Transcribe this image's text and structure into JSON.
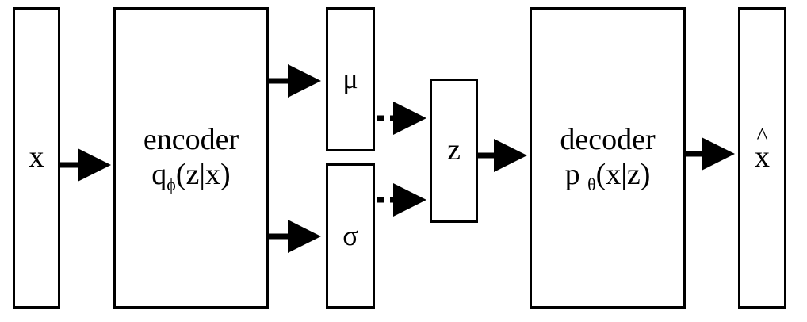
{
  "nodes": {
    "x": {
      "label": "x"
    },
    "encoder": {
      "title": "encoder",
      "func": "q",
      "func_sub": "ϕ",
      "func_args": "(z|x)"
    },
    "mu": {
      "label": "μ"
    },
    "sigma": {
      "label": "σ"
    },
    "z": {
      "label": "z"
    },
    "decoder": {
      "title": "decoder",
      "func": "p",
      "func_sub": "θ",
      "func_args": "(x|z)"
    },
    "xhat": {
      "label": "x",
      "hat": "^"
    }
  },
  "edges": [
    {
      "from": "x",
      "to": "encoder",
      "style": "solid"
    },
    {
      "from": "encoder",
      "to": "mu",
      "style": "solid"
    },
    {
      "from": "encoder",
      "to": "sigma",
      "style": "solid"
    },
    {
      "from": "mu",
      "to": "z",
      "style": "dotted"
    },
    {
      "from": "sigma",
      "to": "z",
      "style": "dotted"
    },
    {
      "from": "z",
      "to": "decoder",
      "style": "solid"
    },
    {
      "from": "decoder",
      "to": "xhat",
      "style": "solid"
    }
  ],
  "colors": {
    "stroke": "#000000",
    "background": "#ffffff"
  }
}
